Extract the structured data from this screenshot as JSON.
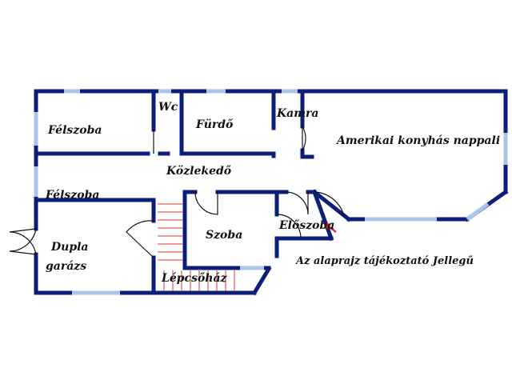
{
  "rooms": {
    "felszoba_1": "Félszoba",
    "wc": "Wc",
    "furdo": "Fürdő",
    "kamra": "Kamra",
    "nappali": "Amerikai konyhás nappali",
    "kozlekedo": "Közlekedő",
    "felszoba_2": "Félszoba",
    "garazs_1": "Dupla",
    "garazs_2": "garázs",
    "szoba": "Szoba",
    "eloszoba": "Előszoba",
    "lepcsohaz": "Lépcsőház"
  },
  "note": "Az alaprajz tájékoztató Jellegű",
  "colors": {
    "wall": "#0b1f7a",
    "window": "#a9c6e8",
    "stair": "#d23a3a",
    "entrance_arrow": "#d21f1f"
  },
  "icons": {
    "entrance": "entrance-arrow-icon"
  }
}
